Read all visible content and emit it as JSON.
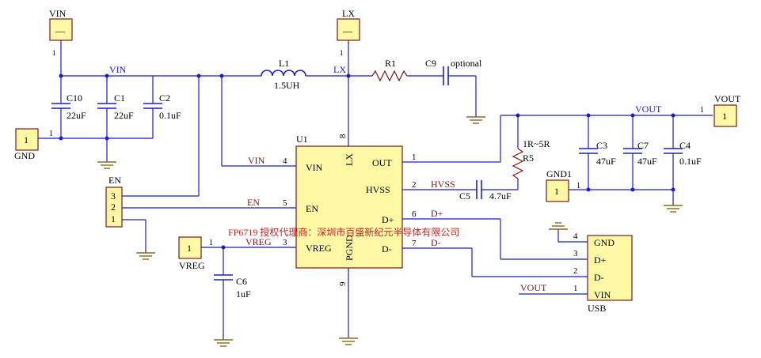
{
  "ports": {
    "vin_top": "VIN",
    "vin_top_mark": "—",
    "lx_top": "LX",
    "lx_top_mark": "—",
    "gnd": "GND",
    "gnd_pin": "1",
    "vout": "VOUT",
    "vout_pin": "1",
    "vout_mark": "1",
    "vreg": "VREG",
    "vreg_pin": "1",
    "vreg_mark": "1",
    "gnd1": "GND1",
    "gnd1_pin": "1",
    "gnd1_mark": "1",
    "gnd_mark": "1"
  },
  "nets": {
    "vin": "VIN",
    "lx": "LX",
    "vout": "VOUT",
    "en": "EN",
    "hvss": "HVSS",
    "dplus": "D+",
    "dminus": "D-",
    "vreg": "VREG",
    "vin_u1": "VIN",
    "vout_usb": "VOUT"
  },
  "components": {
    "c10": {
      "ref": "C10",
      "val": "22uF"
    },
    "c1": {
      "ref": "C1",
      "val": "22uF"
    },
    "c2": {
      "ref": "C2",
      "val": "0.1uF"
    },
    "l1": {
      "ref": "L1",
      "val": "1.5UH"
    },
    "r1": {
      "ref": "R1"
    },
    "c9": {
      "ref": "C9",
      "val": "optional"
    },
    "r5": {
      "ref": "R5",
      "val": "1R~5R"
    },
    "c3": {
      "ref": "C3",
      "val": "47uF"
    },
    "c7": {
      "ref": "C7",
      "val": "47uF"
    },
    "c4": {
      "ref": "C4",
      "val": "0.1uF"
    },
    "c5": {
      "ref": "C5",
      "val": "4.7uF"
    },
    "c6": {
      "ref": "C6",
      "val": "1uF"
    }
  },
  "en_header": {
    "ref": "EN",
    "pins": [
      "3",
      "2",
      "1"
    ]
  },
  "u1": {
    "ref": "U1",
    "pins": {
      "vin": "VIN",
      "en": "EN",
      "vreg": "VREG",
      "lx": "LX",
      "pgnd": "PGND",
      "out": "OUT",
      "hvss": "HVSS",
      "dp": "D+",
      "dm": "D-"
    },
    "pin_numbers": {
      "vin": "4",
      "en": "5",
      "vreg": "3",
      "lx": "8",
      "pgnd": "9",
      "out": "1",
      "hvss": "2",
      "dp": "6",
      "dm": "7"
    }
  },
  "usb": {
    "ref": "USB",
    "pins": [
      {
        "num": "4",
        "name": "GND"
      },
      {
        "num": "3",
        "name": "D+"
      },
      {
        "num": "2",
        "name": "D-"
      },
      {
        "num": "1",
        "name": "VIN"
      }
    ]
  },
  "watermark": "FP6719  授权代理商：深圳市百盛新纪元半导体有限公司"
}
